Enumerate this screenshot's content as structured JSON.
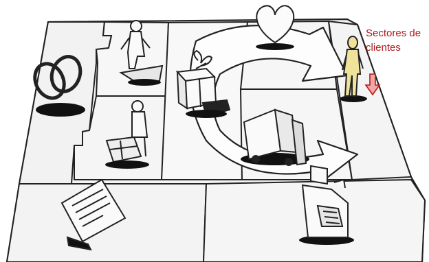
{
  "annotation": {
    "line1": "Sectores de",
    "line2": "clientes",
    "color": "#b01818"
  },
  "blocks": [
    {
      "name": "key-partners",
      "icon": "interlocked-rings-icon"
    },
    {
      "name": "key-activities",
      "icon": "worker-icon"
    },
    {
      "name": "key-resources",
      "icon": "person-with-boxes-icon"
    },
    {
      "name": "value-propositions",
      "icon": "gift-box-icon"
    },
    {
      "name": "customer-relationships",
      "icon": "heart-icon"
    },
    {
      "name": "channels",
      "icon": "delivery-truck-icon"
    },
    {
      "name": "customer-segments",
      "icon": "standing-person-icon"
    },
    {
      "name": "cost-structure",
      "icon": "receipt-icon"
    },
    {
      "name": "revenue-streams",
      "icon": "cash-register-icon"
    }
  ]
}
